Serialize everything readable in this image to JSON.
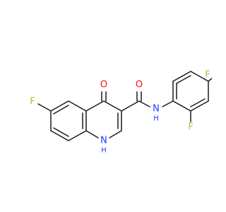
{
  "molecule": {
    "atoms": {
      "f_left": "F",
      "o_keto": "O",
      "o_amide": "O",
      "n_amide": "N",
      "h_amide": "H",
      "n_ring": "N",
      "h_ring": "H",
      "f_para": "F",
      "f_ortho": "F"
    },
    "colors": {
      "bond": "#1a1a1a",
      "fluorine": "#9acd32",
      "oxygen": "#ff0d0d",
      "nitrogen": "#1e3cff"
    }
  }
}
